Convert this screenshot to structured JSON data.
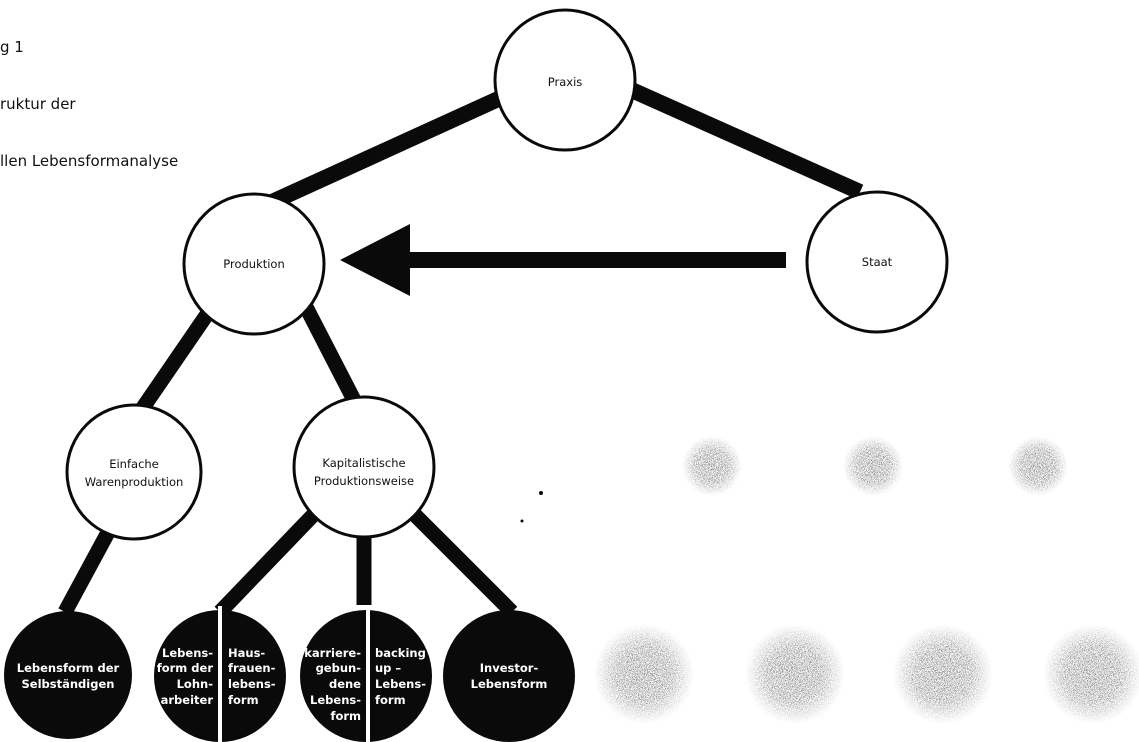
{
  "caption": [
    "g 1",
    "ruktur der",
    "llen Lebensformanalyse"
  ],
  "colors": {
    "ink": "#0a0a0a",
    "paper": "#ffffff"
  },
  "nodes": {
    "praxis": "Praxis",
    "produktion": "Produktion",
    "staat": "Staat",
    "einfache": [
      "Einfache",
      "Warenproduktion"
    ],
    "kapitalistische": [
      "Kapitalistische",
      "Produktionsweise"
    ]
  },
  "leaves": {
    "selbstaendigen": [
      "Lebensform der",
      "Selbständigen"
    ],
    "lohnarbeiter": [
      "Lebens-",
      "form der",
      "Lohn-",
      "arbeiter"
    ],
    "hausfrauen": [
      "Haus-",
      "frauen-",
      "lebens-",
      "form"
    ],
    "karriere": [
      "karriere-",
      "gebun-",
      "dene",
      "Lebens-",
      "form"
    ],
    "backing": [
      "backing",
      "up –",
      "Lebens-",
      "form"
    ],
    "investor": [
      "Investor-",
      "Lebensform"
    ]
  }
}
